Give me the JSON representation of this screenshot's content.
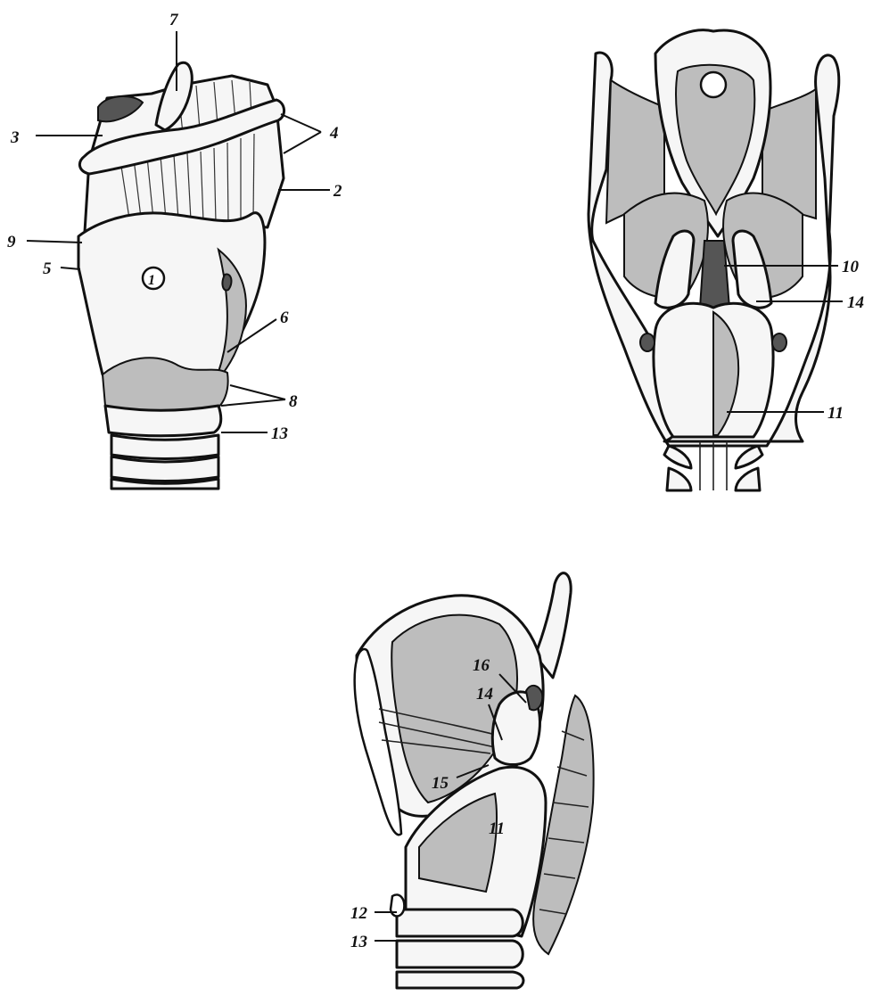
{
  "views": {
    "front": {
      "labels": {
        "l1": "1",
        "l2": "2",
        "l3": "3",
        "l4": "4",
        "l5": "5",
        "l6": "6",
        "l7": "7",
        "l8": "8",
        "l9": "9",
        "l13": "13"
      }
    },
    "back": {
      "labels": {
        "l10": "10",
        "l11": "11",
        "l14": "14"
      }
    },
    "side": {
      "labels": {
        "l11": "11",
        "l12": "12",
        "l13": "13",
        "l14": "14",
        "l15": "15",
        "l16": "16"
      }
    }
  }
}
